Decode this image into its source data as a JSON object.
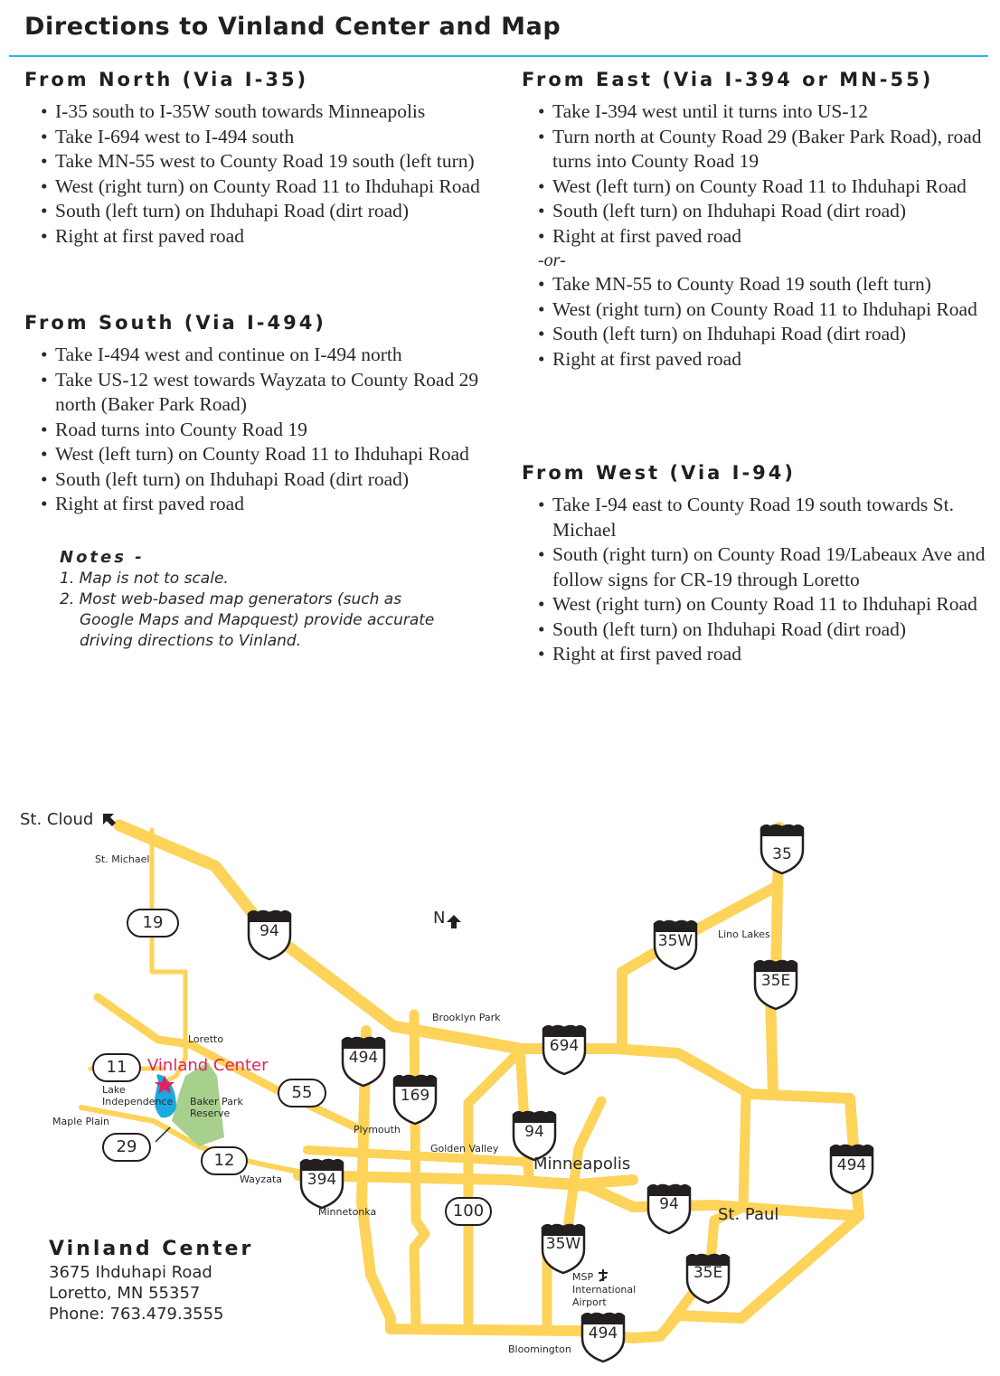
{
  "page": {
    "title": "Directions to Vinland Center and Map"
  },
  "sections": {
    "north": {
      "heading": "From North (Via I-35)",
      "steps": [
        "I-35 south to I-35W south towards Minneapolis",
        "Take I-694 west to I-494 south",
        "Take MN-55 west to County Road 19 south (left turn)",
        "West (right turn) on County Road 11 to Ihduhapi Road",
        "South (left turn) on Ihduhapi Road (dirt road)",
        "Right at first paved road"
      ]
    },
    "south": {
      "heading": "From South (Via I-494)",
      "steps": [
        "Take I-494 west and continue on I-494 north",
        "Take US-12 west towards Wayzata to County Road 29 north (Baker Park Road)",
        "Road turns into County Road 19",
        "West (left turn) on County Road 11 to Ihduhapi Road",
        "South (left turn) on Ihduhapi Road (dirt road)",
        "Right at first paved road"
      ]
    },
    "east": {
      "heading": "From East (Via I-394 or MN-55)",
      "steps_a": [
        "Take I-394 west until it turns into US-12",
        "Turn north at County Road 29 (Baker Park Road), road turns into County Road 19",
        "West (left turn) on County Road 11 to Ihduhapi Road",
        "South (left turn) on Ihduhapi Road (dirt road)",
        "Right at first paved road"
      ],
      "or_label": "-or-",
      "steps_b": [
        "Take MN-55 to County Road 19 south (left turn)",
        "West (right turn) on County Road 11 to Ihduhapi Road",
        "South (left turn) on Ihduhapi Road (dirt road)",
        "Right at first paved road"
      ]
    },
    "west": {
      "heading": "From West (Via I-94)",
      "steps": [
        "Take I-94 east to County Road 19 south towards St. Michael",
        "South (right turn) on County Road 19/Labeaux Ave and follow signs for CR-19 through Loretto",
        "West (right turn) on County Road 11 to Ihduhapi Road",
        "South (left turn) on Ihduhapi Road (dirt road)",
        "Right at first paved road"
      ]
    }
  },
  "notes": {
    "title": "Notes -",
    "items": [
      "1. Map is not to scale.",
      "2. Most web-based map generators (such as Google Maps and Mapquest) provide accurate driving directions to Vinland."
    ]
  },
  "map": {
    "colors": {
      "road": "#fdd35a",
      "lake": "#1ba9e1",
      "park": "#a8d08d",
      "marker": "#e0245e",
      "rule": "#29b6e6"
    },
    "north_label": "N",
    "places": {
      "st_cloud": "St. Cloud",
      "st_michael": "St. Michael",
      "loretto": "Loretto",
      "vinland": "Vinland Center",
      "lake": "Lake Independence",
      "baker_park": "Baker Park Reserve",
      "maple_plain": "Maple Plain",
      "wayzata": "Wayzata",
      "minnetonka": "Minnetonka",
      "plymouth": "Plymouth",
      "brooklyn_park": "Brooklyn Park",
      "golden_valley": "Golden Valley",
      "minneapolis": "Minneapolis",
      "st_paul": "St. Paul",
      "lino_lakes": "Lino Lakes",
      "msp": "MSP International Airport",
      "bloomington": "Bloomington"
    },
    "shields": {
      "i94_nw": "94",
      "i494_w": "494",
      "i169": "169",
      "i694": "694",
      "i94_mpls": "94",
      "i394": "394",
      "i35": "35",
      "i35w_n": "35W",
      "i35e_n": "35E",
      "i494_e": "494",
      "i94_e": "94",
      "i35w_s": "35W",
      "i35e_s": "35E",
      "i494_s": "494"
    },
    "routes": {
      "cr19": "19",
      "cr11": "11",
      "mn55": "55",
      "cr29": "29",
      "us12": "12",
      "mn100": "100"
    }
  },
  "address": {
    "name": "Vinland Center",
    "street": "3675 Ihduhapi Road",
    "city": "Loretto, MN 55357",
    "phone": "Phone: 763.479.3555"
  }
}
